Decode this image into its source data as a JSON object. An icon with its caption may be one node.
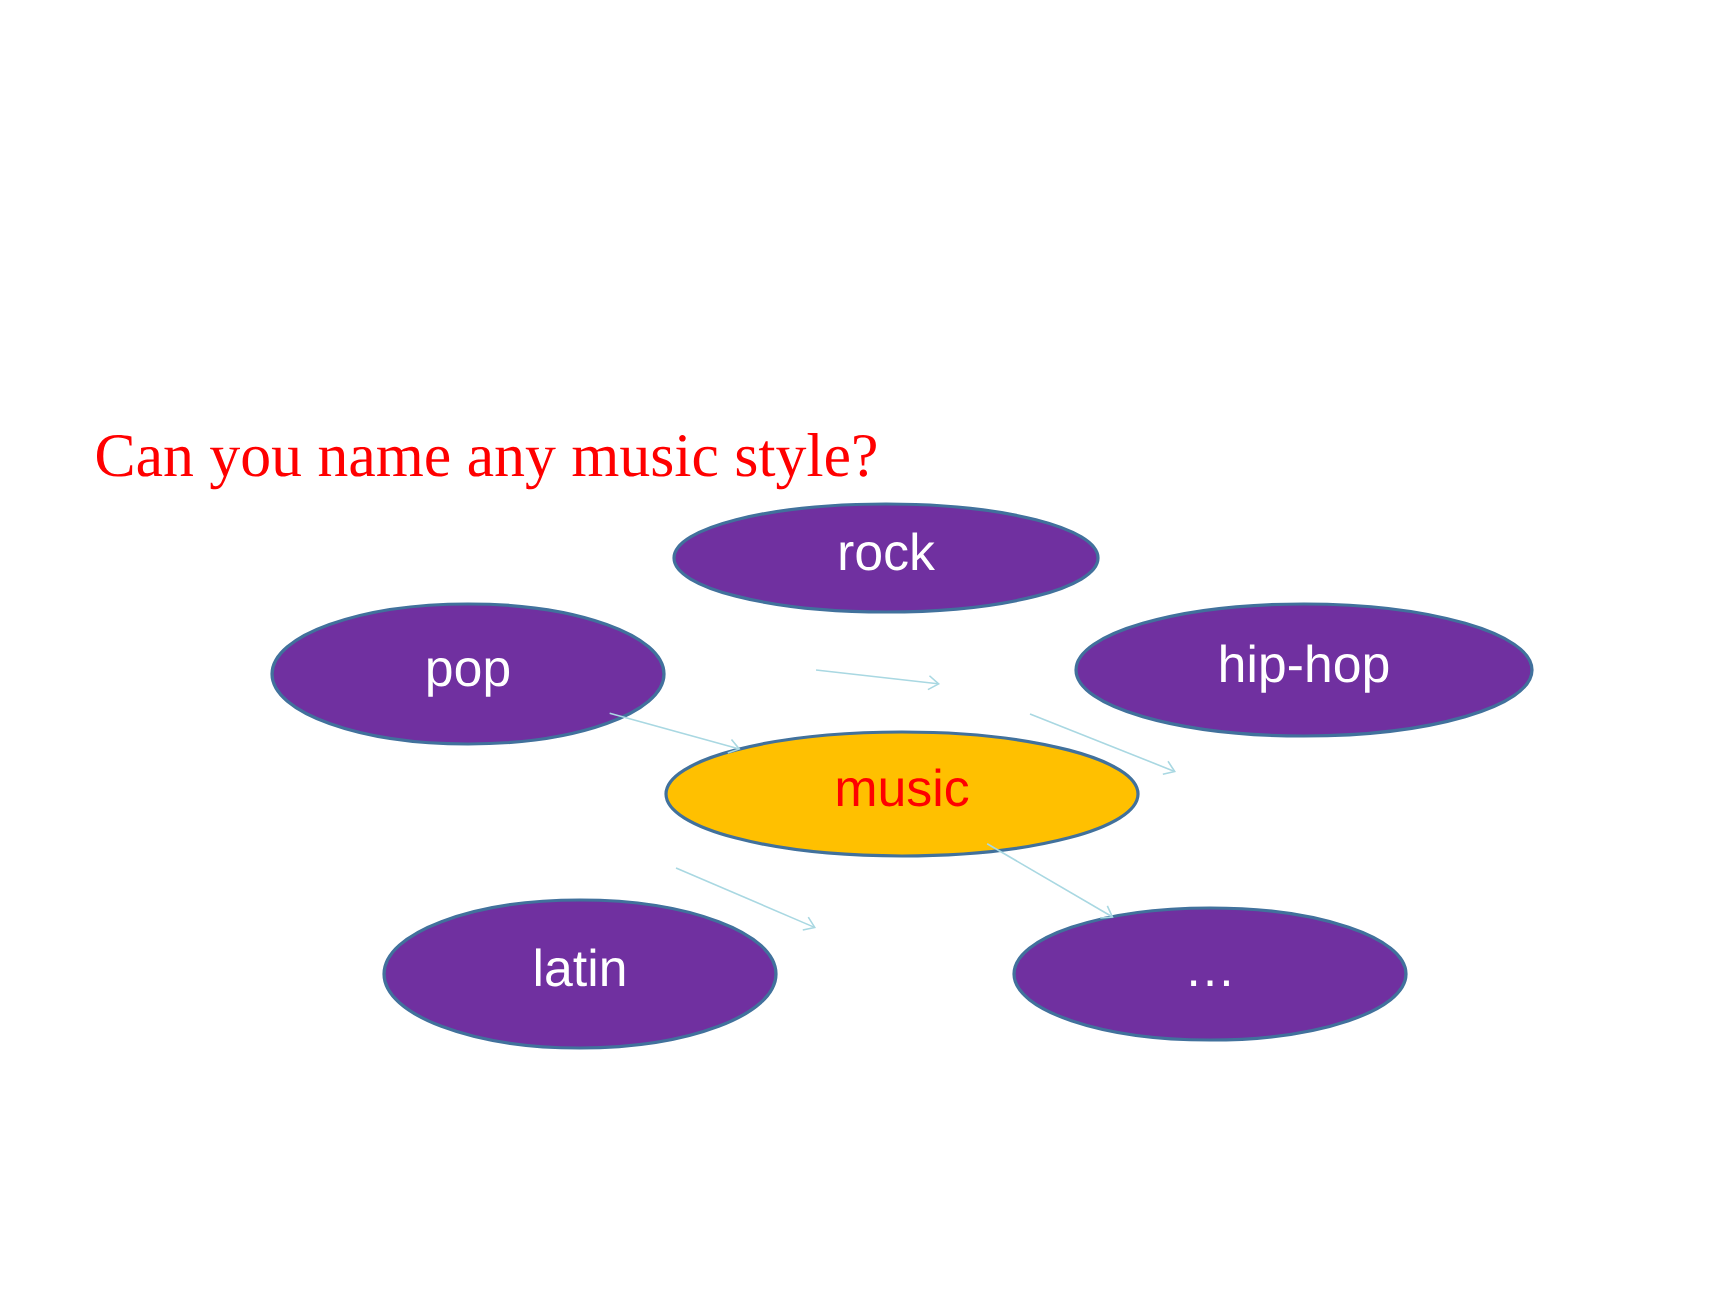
{
  "diagram": {
    "title": "Can you name any music style?",
    "nodes": [
      {
        "text": [
          "rock"
        ]
      },
      {
        "text": [
          "pop"
        ]
      },
      {
        "text": [
          "hip-hop"
        ]
      },
      {
        "text": [
          "music"
        ]
      },
      {
        "text": [
          "latin"
        ]
      },
      {
        "text": [
          "…"
        ]
      }
    ],
    "edges": [
      {
        "from": 1,
        "to": 3,
        "arrow": "to"
      },
      {
        "from": 3,
        "to": 5,
        "arrow": "to"
      }
    ]
  }
}
